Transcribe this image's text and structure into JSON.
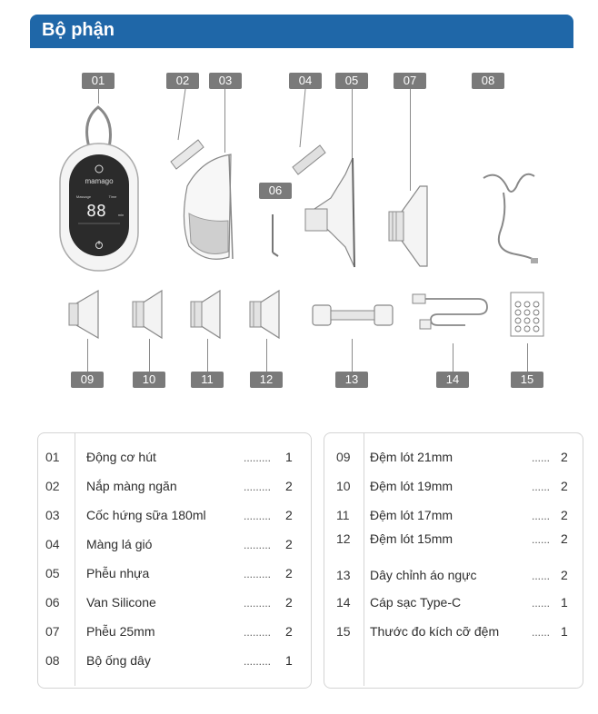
{
  "header": {
    "title": "Bộ phận"
  },
  "badges": [
    "01",
    "02",
    "03",
    "04",
    "05",
    "06",
    "07",
    "08",
    "09",
    "10",
    "11",
    "12",
    "13",
    "14",
    "15"
  ],
  "device": {
    "brand": "mamago",
    "lcd_digits": "88",
    "label_left": "Massage",
    "label_right": "Time",
    "unit": "min"
  },
  "left_table": [
    {
      "num": "01",
      "name": "Động cơ hút",
      "dots": ".........",
      "qty": "1"
    },
    {
      "num": "02",
      "name": "Nắp màng ngăn",
      "dots": ".........",
      "qty": "2"
    },
    {
      "num": "03",
      "name": "Cốc hứng sữa 180ml",
      "dots": ".........",
      "qty": "2"
    },
    {
      "num": "04",
      "name": "Màng lá gió",
      "dots": ".........",
      "qty": "2"
    },
    {
      "num": "05",
      "name": "Phễu nhựa",
      "dots": ".........",
      "qty": "2"
    },
    {
      "num": "06",
      "name": "Van Silicone",
      "dots": ".........",
      "qty": "2"
    },
    {
      "num": "07",
      "name": "Phễu 25mm",
      "dots": ".........",
      "qty": "2"
    },
    {
      "num": "08",
      "name": "Bộ ống dây",
      "dots": ".........",
      "qty": "1"
    }
  ],
  "right_table": [
    {
      "num": "09",
      "name": "Đệm lót 21mm",
      "dots": "......",
      "qty": "2"
    },
    {
      "num": "10",
      "name": "Đệm lót 19mm",
      "dots": "......",
      "qty": "2"
    },
    {
      "num": "11",
      "name": "Đệm lót 17mm",
      "dots": "......",
      "qty": "2"
    },
    {
      "num": "12",
      "name": "Đệm lót 15mm",
      "dots": "......",
      "qty": "2"
    },
    {
      "num": "13",
      "name": "Dây chỉnh áo ngực",
      "dots": "......",
      "qty": "2"
    },
    {
      "num": "14",
      "name": "Cáp sạc Type-C",
      "dots": "......",
      "qty": "1"
    },
    {
      "num": "15",
      "name": "Thước đo kích cỡ đệm",
      "dots": "......",
      "qty": "1"
    }
  ]
}
